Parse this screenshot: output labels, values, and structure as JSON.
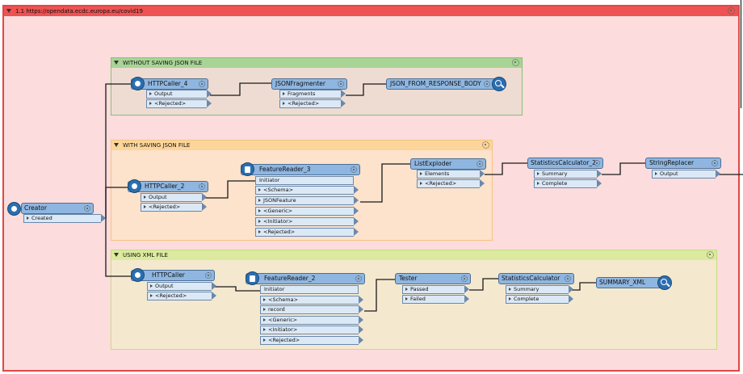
{
  "bookmarks": {
    "main": {
      "title": "1.1 https://opendata.ecdc.europa.eu/covid19"
    },
    "without": {
      "title": "WITHOUT SAVING JSON FILE"
    },
    "with": {
      "title": "WITH SAVING JSON FILE"
    },
    "xml": {
      "title": "USING XML FILE"
    }
  },
  "colors": {
    "main_fill": "#fcdcdc",
    "main_border": "#e04848",
    "main_title": "#ee5252",
    "without_fill": "#eedcd2",
    "without_border": "#86c07a",
    "without_title": "#a8d496",
    "with_fill": "#fde2cc",
    "with_border": "#f5c47f",
    "with_title": "#fcd59b",
    "xml_fill": "#f4e9cf",
    "xml_border": "#c8dc80",
    "xml_title": "#dbea9e",
    "node_header": "#8fb6e0",
    "port_fill": "#dbe8f6",
    "wire": "#1a1a1a"
  },
  "nodes": {
    "creator": {
      "name": "Creator",
      "icon": "creator-icon",
      "outputs": [
        "Created"
      ]
    },
    "httpcaller4": {
      "name": "HTTPCaller_4",
      "icon": "http-icon",
      "outputs": [
        "Output",
        "<Rejected>"
      ]
    },
    "jsonfragmenter": {
      "name": "JSONFragmenter",
      "icon": "",
      "outputs": [
        "Fragments",
        "<Rejected>"
      ]
    },
    "json_inspector": {
      "name": "JSON_FROM_RESPONSE_BODY",
      "icon": "inspector-icon"
    },
    "httpcaller2": {
      "name": "HTTPCaller_2",
      "icon": "http-icon",
      "outputs": [
        "Output",
        "<Rejected>"
      ]
    },
    "featurereader3": {
      "name": "FeatureReader_3",
      "icon": "reader-icon",
      "input": "Initiator",
      "outputs": [
        "<Schema>",
        "JSONFeature",
        "<Generic>",
        "<Initiator>",
        "<Rejected>"
      ]
    },
    "listexploder": {
      "name": "ListExploder",
      "icon": "",
      "outputs": [
        "Elements",
        "<Rejected>"
      ]
    },
    "statscalc2": {
      "name": "StatisticsCalculator_2",
      "icon": "",
      "outputs": [
        "Summary",
        "Complete"
      ]
    },
    "stringreplacer": {
      "name": "StringReplacer",
      "icon": "",
      "outputs": [
        "Output"
      ]
    },
    "httpcaller": {
      "name": "HTTPCaller",
      "icon": "http-icon",
      "outputs": [
        "Output",
        "<Rejected>"
      ]
    },
    "featurereader2": {
      "name": "FeatureReader_2",
      "icon": "reader-icon",
      "input": "Initiator",
      "outputs": [
        "<Schema>",
        "record",
        "<Generic>",
        "<Initiator>",
        "<Rejected>"
      ]
    },
    "tester": {
      "name": "Tester",
      "icon": "",
      "outputs": [
        "Passed",
        "Failed"
      ]
    },
    "statscalc": {
      "name": "StatisticsCalculator",
      "icon": "",
      "outputs": [
        "Summary",
        "Complete"
      ]
    },
    "summary_inspector": {
      "name": "SUMMARY_XML",
      "icon": "inspector-icon"
    }
  }
}
